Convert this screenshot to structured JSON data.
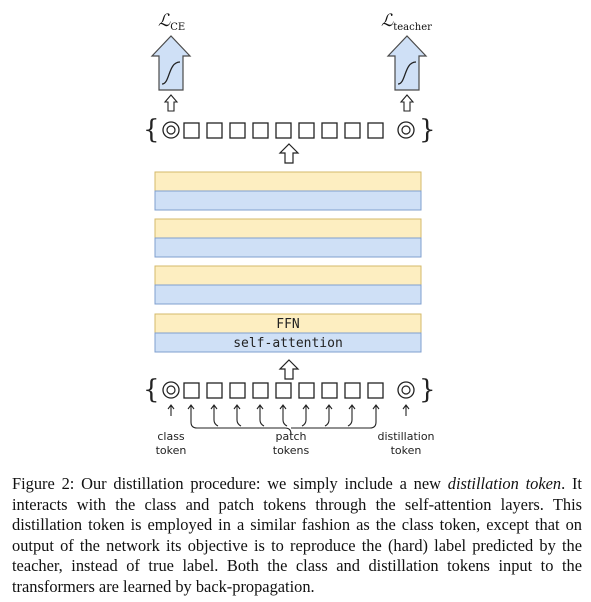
{
  "losses": {
    "ce": {
      "symbol": "ℒ",
      "sub": "CE"
    },
    "teacher": {
      "symbol": "ℒ",
      "sub": "teacher"
    }
  },
  "layer": {
    "ffn_label": "FFN",
    "attention_label": "self-attention"
  },
  "input_labels": {
    "class_line1": "class",
    "class_line2": "token",
    "patch_line1": "patch",
    "patch_line2": "tokens",
    "distillation_line1": "distillation",
    "distillation_line2": "token"
  },
  "caption": {
    "prefix": "Figure 2: Our distillation procedure: we simply include a new ",
    "emphasis": "distillation token",
    "suffix": ". It interacts with the class and patch tokens through the self-attention layers. This distillation token is employed in a similar fashion as the class token, except that on output of the network its objective is to reproduce the (hard) label predicted by the teacher, instead of true label. Both the class and distillation tokens input to the transformers are learned by back-propagation."
  },
  "colors": {
    "ffn_fill": "#fdeec1",
    "ffn_stroke": "#d4b96a",
    "attn_fill": "#cfe0f6",
    "attn_stroke": "#7f9fcf",
    "softmax_fill": "#cfe0f6",
    "line": "#222222"
  }
}
